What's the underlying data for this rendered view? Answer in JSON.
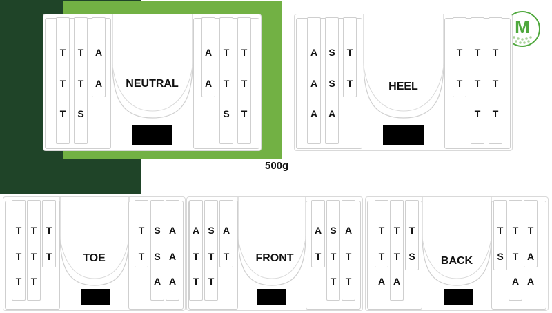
{
  "weight_label": "500g",
  "logo": {
    "letter": "M",
    "color": "#4fa83d"
  },
  "colors": {
    "dark_green": "#1f4428",
    "light_green": "#72b144"
  },
  "configs": [
    {
      "id": "neutral",
      "name": "NEUTRAL",
      "left": [
        [
          "T",
          "T",
          "T"
        ],
        [
          "T",
          "T",
          "S"
        ],
        [
          "A",
          "A"
        ]
      ],
      "right": [
        [
          "A",
          "A"
        ],
        [
          "T",
          "T",
          "S"
        ],
        [
          "T",
          "T",
          "T"
        ]
      ]
    },
    {
      "id": "heel",
      "name": "HEEL",
      "left": [
        [
          "A",
          "A",
          "A"
        ],
        [
          "S",
          "S",
          "A"
        ],
        [
          "T",
          "T"
        ]
      ],
      "right": [
        [
          "T",
          "T"
        ],
        [
          "T",
          "T",
          "T"
        ],
        [
          "T",
          "T",
          "T"
        ]
      ]
    },
    {
      "id": "toe",
      "name": "TOE",
      "left": [
        [
          "T",
          "T",
          "T"
        ],
        [
          "T",
          "T",
          "T"
        ],
        [
          "T",
          "T"
        ]
      ],
      "right": [
        [
          "T",
          "T"
        ],
        [
          "S",
          "S",
          "A"
        ],
        [
          "A",
          "A",
          "A"
        ]
      ]
    },
    {
      "id": "front",
      "name": "FRONT",
      "left": [
        [
          "A",
          "T",
          "T"
        ],
        [
          "S",
          "T",
          "T"
        ],
        [
          "A",
          "T"
        ]
      ],
      "right": [
        [
          "A",
          "T"
        ],
        [
          "S",
          "T",
          "T"
        ],
        [
          "A",
          "T",
          "T"
        ]
      ]
    },
    {
      "id": "back",
      "name": "BACK",
      "left": [
        [
          "T",
          "T",
          "A"
        ],
        [
          "T",
          "T",
          "A"
        ],
        [
          "T",
          "S"
        ]
      ],
      "right": [
        [
          "T",
          "S"
        ],
        [
          "T",
          "T",
          "A"
        ],
        [
          "T",
          "A",
          "A"
        ]
      ]
    }
  ]
}
